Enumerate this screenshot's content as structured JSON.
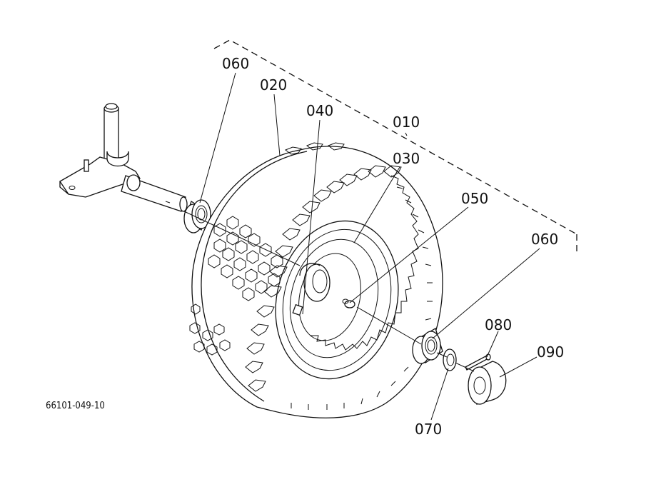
{
  "diagram": {
    "drawing_code": "66101-049-10",
    "callouts": [
      "060",
      "020",
      "040",
      "010",
      "030",
      "050",
      "060",
      "080",
      "090",
      "070"
    ]
  }
}
